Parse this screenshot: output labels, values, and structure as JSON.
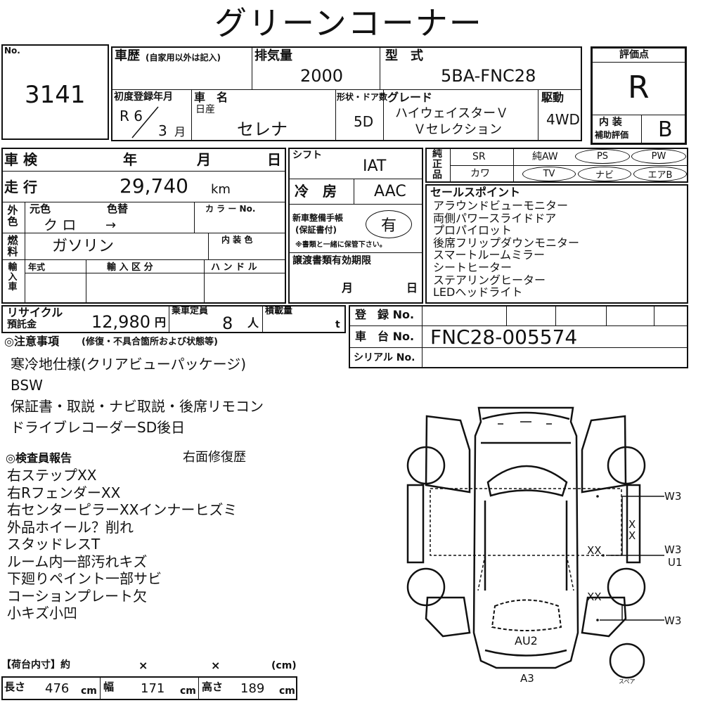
{
  "title": "グリーンコーナー",
  "lot": {
    "label": "No.",
    "value": "3141"
  },
  "history": {
    "label": "車歴",
    "note": "(自家用以外は記入)"
  },
  "displacement": {
    "label": "排気量",
    "value": "2000"
  },
  "model": {
    "label": "型　式",
    "value": "5BA-FNC28"
  },
  "rating": {
    "label": "評価点",
    "value": "R",
    "interior_label_1": "内 装",
    "interior_label_2": "補助評価",
    "interior_value": "B"
  },
  "first_reg": {
    "label": "初度登録年月",
    "year": "R 6",
    "month": "3",
    "month_unit": "月"
  },
  "car_name": {
    "label": "車　名",
    "maker": "日産",
    "value": "セレナ"
  },
  "doors": {
    "label": "形状・ドア数",
    "value": "5D"
  },
  "grade": {
    "label": "グレード",
    "line1": "ハイウェイスターＶ",
    "line2": "Ｖセレクション"
  },
  "drive": {
    "label": "駆動",
    "value": "4WD"
  },
  "inspection": {
    "label": "車 検",
    "year": "年",
    "month": "月",
    "day": "日"
  },
  "shift": {
    "label": "シフト",
    "value": "IAT"
  },
  "equip": {
    "label": "純正品",
    "sr": "SR",
    "aw": "純AW",
    "ps": "PS",
    "pw": "PW",
    "kawa": "カワ",
    "tv": "TV",
    "navi": "ナビ",
    "aircon": "エアB"
  },
  "mileage": {
    "label": "走 行",
    "value": "29,740",
    "unit": "km"
  },
  "cooling": {
    "label": "冷　房",
    "value": "AAC"
  },
  "color": {
    "label": "外色",
    "orig_label": "元色",
    "change_label": "色替",
    "orig_value": "ク ロ",
    "change_value": "→",
    "code_label": "カ ラ ー No."
  },
  "maintenance": {
    "label1": "新車整備手帳",
    "label2": "(保証書付)",
    "value": "有",
    "note": "※書類と一緒に保管下さい。"
  },
  "fuel": {
    "label": "燃料",
    "value": "ガソリン",
    "interior_color_label": "内 装 色"
  },
  "import": {
    "label": "輸入車",
    "year_label": "年式",
    "type_label": "輸 入 区 分",
    "handle_label": "ハ ン ド ル"
  },
  "transfer": {
    "label": "譲渡書類有効期限",
    "month": "月",
    "day": "日"
  },
  "sales": {
    "label": "セールスポイント",
    "items": [
      "アラウンドビューモニター",
      "両側パワースライドドア",
      "プロパイロット",
      "後席フリップダウンモニター",
      "スマートルームミラー",
      "シートヒーター",
      "ステアリングヒーター",
      "LEDヘッドライト"
    ]
  },
  "recycle": {
    "label1": "リサイクル",
    "label2": "預託金",
    "value": "12,980",
    "unit": "円"
  },
  "capacity": {
    "label": "乗車定員",
    "value": "8",
    "unit": "人"
  },
  "load": {
    "label": "積載量",
    "unit": "t"
  },
  "registration": {
    "label": "登　録 No."
  },
  "chassis": {
    "label": "車　台 No.",
    "value": "FNC28-005574"
  },
  "serial": {
    "label": "シリアル No."
  },
  "notes": {
    "label": "◎注意事項",
    "sublabel": "(修復・不具合箇所および状態等)",
    "lines": [
      "寒冷地仕様(クリアビューパッケージ)",
      "BSW",
      "保証書・取説・ナビ取説・後席リモコン",
      "ドライブレコーダーSD後日"
    ]
  },
  "inspector": {
    "label": "◎検査員報告",
    "title": "右面修復歴",
    "lines": [
      "右ステップXX",
      "右RフェンダーXX",
      "右センターピラーXXインナーヒズミ",
      "外品ホイール？削れ",
      "スタッドレスT",
      "ルーム内一部汚れキズ",
      "下廻りペイント一部サビ",
      "コーションプレート欠",
      "小キズ小凹"
    ]
  },
  "diagram": {
    "marks": {
      "w3a": "W3",
      "w3b": "W3",
      "u1": "U1",
      "w3c": "W3",
      "xx1": "XX",
      "xx2": "XX",
      "xx3": "X\nX",
      "au2": "AU2",
      "a3": "A3",
      "spare": "スペア"
    }
  },
  "dimensions": {
    "label": "【荷台内寸】約",
    "x1": "×",
    "x2": "×",
    "unit_label": "(cm)",
    "length_label": "長さ",
    "length": "476",
    "width_label": "幅",
    "width": "171",
    "height_label": "高さ",
    "height": "189",
    "cm": "cm"
  }
}
